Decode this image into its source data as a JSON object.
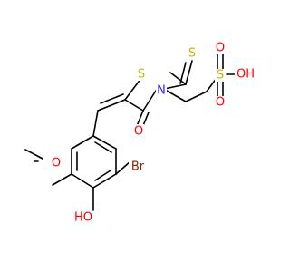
{
  "colors": {
    "carbon_bond": "#000000",
    "sulfur": "#c8b400",
    "nitrogen": "#2020ff",
    "oxygen": "#ff0000",
    "bromine": "#8b2500",
    "background": "#ffffff"
  },
  "atoms": {
    "s_thio_ring": "S",
    "s_thione": "S",
    "n_ring": "N",
    "o_carbonyl": "O",
    "s_sulfonate": "S",
    "o_sulfonate_top": "O",
    "oh_sulfonate": "OH",
    "o_sulfonate_bottom": "O",
    "br": "Br",
    "oh_phenol": "HO",
    "o_methoxy": "O"
  }
}
